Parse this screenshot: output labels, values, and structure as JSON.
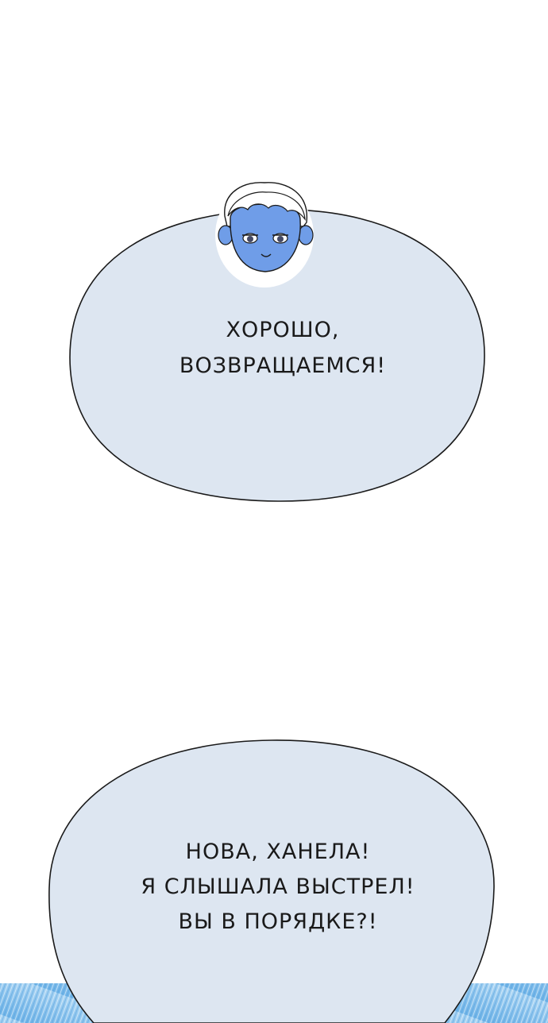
{
  "panel": {
    "background_color": "#ffffff",
    "bubble_fill": "#dde6f1",
    "bubble_stroke": "#1a1a1a",
    "bottom_strip_color": "#8fc4ee"
  },
  "bubble_1": {
    "lines": [
      "ХОРОШО,",
      "ВОЗВРАЩАЕМСЯ!"
    ],
    "speaker_icon": "chibi-face-icon"
  },
  "bubble_2": {
    "lines": [
      "НОВА, ХАНЕЛА!",
      "Я СЛЫШАЛА ВЫСТРЕЛ!",
      "ВЫ В ПОРЯДКЕ?!"
    ]
  }
}
